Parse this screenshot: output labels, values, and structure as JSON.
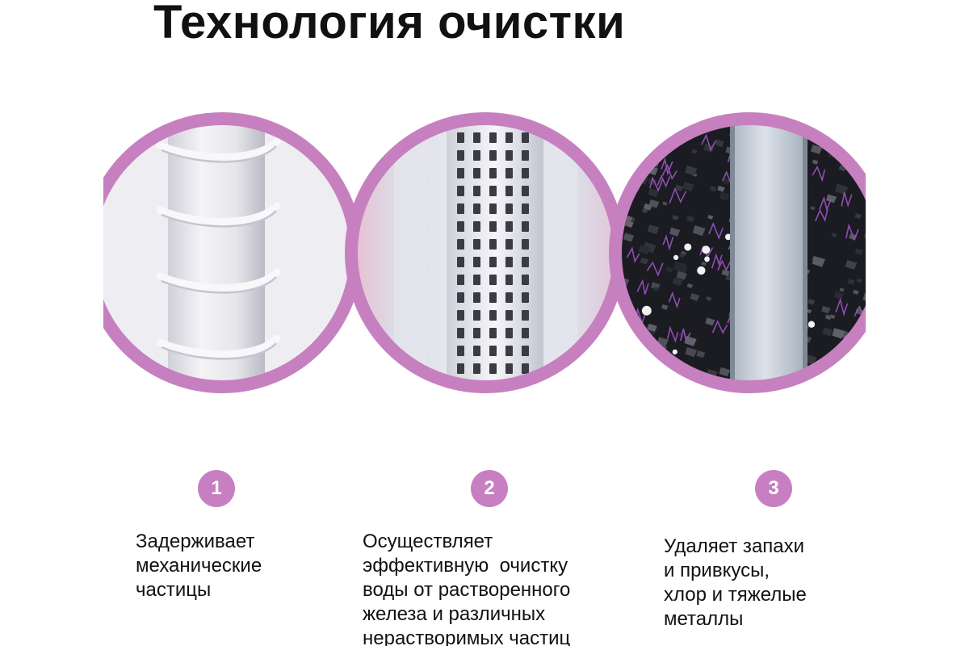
{
  "title": "Технология очистки",
  "colors": {
    "accent": "#c77fc1",
    "ring": "#c680c0",
    "carbon": "#1b1b22",
    "violet_fiber": "#8e4fb0"
  },
  "stages": [
    {
      "number": "1",
      "lines": [
        "Задерживает",
        "механические",
        "частицы"
      ]
    },
    {
      "number": "2",
      "lines": [
        "Осуществляет",
        "эффективную  очистку",
        "воды от растворенного",
        "железа и различных",
        "нерастворимых частиц"
      ]
    },
    {
      "number": "3",
      "lines": [
        "Удаляет запахи",
        "и привкусы,",
        "хлор и тяжелые",
        "металлы"
      ]
    }
  ]
}
